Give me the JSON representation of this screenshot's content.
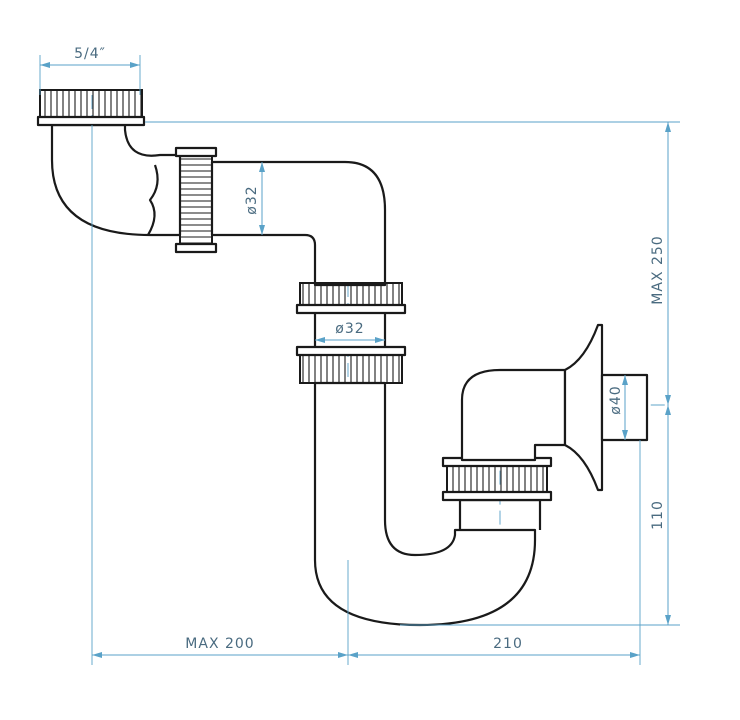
{
  "drawing": {
    "dimensions": {
      "inlet_thread": "5/4″",
      "pipe_diameter_upper": "ø32",
      "pipe_diameter_middle": "ø32",
      "outlet_diameter": "ø40",
      "max_height": "MAX 250",
      "outlet_height": "110",
      "max_width": "MAX 200",
      "trap_width": "210"
    },
    "colors": {
      "outline": "#1a1a1a",
      "dimension_line": "#5aa2c8",
      "center_line": "#7fb6d4",
      "dimension_text": "#4a6b80"
    }
  }
}
